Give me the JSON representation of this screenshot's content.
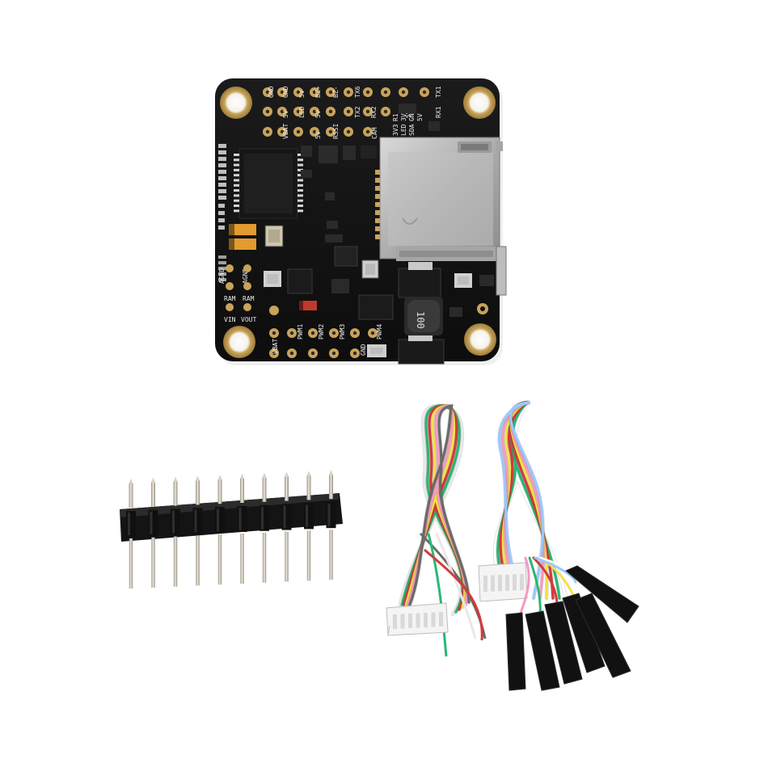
{
  "board": {
    "top_row1": [
      "GND",
      "GND",
      "5V",
      "BZ+",
      "BZ-",
      "TX6",
      "TX1"
    ],
    "top_row2": [
      "5V",
      "LED",
      "5V",
      "TX2",
      "RX2",
      "5V",
      "RX1"
    ],
    "top_row3": [
      "VBAT",
      "5V",
      "RSSI",
      "CAM",
      "3V3",
      "LED",
      "SDA"
    ],
    "left_labels": [
      "AGND",
      "AGND",
      "RAM",
      "RAM",
      "VIN",
      "VOUT"
    ],
    "bottom_labels": [
      "VBAT",
      "PWM1",
      "PWM2",
      "PWM3",
      "PWM4",
      "GND"
    ],
    "right_small": [
      "R1",
      "3V",
      "GND",
      "5V"
    ],
    "inductor_code": "100"
  },
  "colors": {
    "pcb": "#111111",
    "gold": "#c9a35a",
    "sd_slot": "#b9b9b9",
    "header_pins": "#cfc8bd",
    "connector": "#f4f4f4"
  },
  "accessories": {
    "pin_count": 10,
    "cable_a_wires": [
      "#e8e8e8",
      "#2bb673",
      "#d33a3a",
      "#f3e14a",
      "#f49ac1",
      "#6a6a6a"
    ],
    "cable_b_wires": [
      "#ffffff",
      "#2bb673",
      "#d33a3a",
      "#f3e14a",
      "#f49ac1",
      "#9bc8ff"
    ]
  }
}
